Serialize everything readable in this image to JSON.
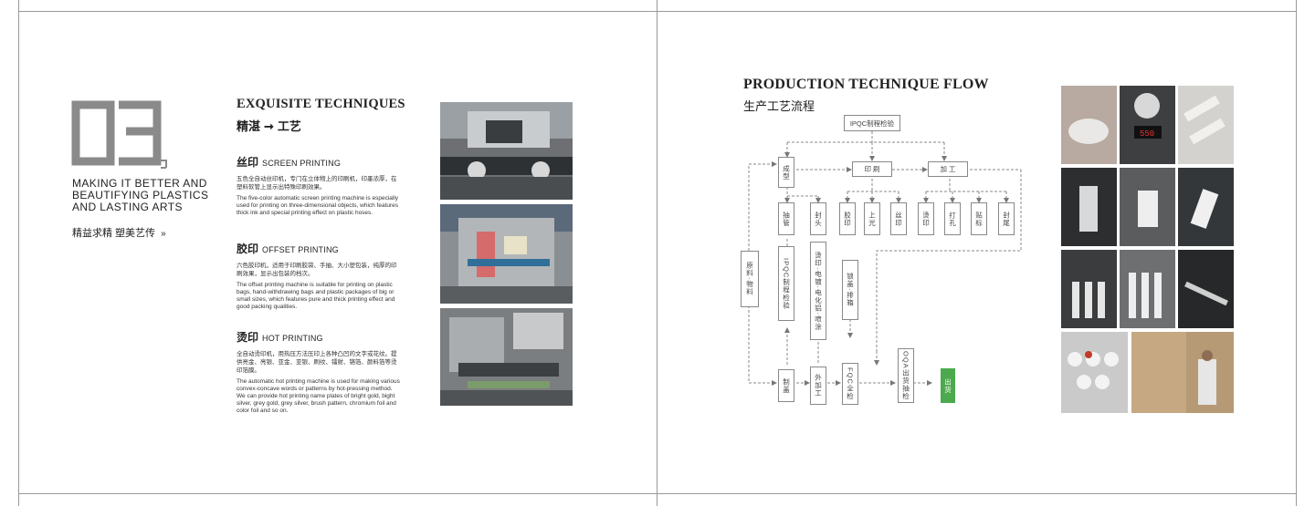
{
  "left_page": {
    "chapter_number": "03",
    "tagline": [
      "MAKING IT BETTER AND",
      "BEAUTIFYING PLASTICS",
      "AND LASTING ARTS"
    ],
    "motto": "精益求精  塑美艺传",
    "motto_arrow": "»",
    "section_title": "EXQUISITE TECHNIQUES",
    "section_sub_left": "精湛",
    "section_sub_arrow": "➞",
    "section_sub_right": "工艺",
    "techniques": [
      {
        "cn_title": "丝印",
        "en_title": "SCREEN PRINTING",
        "cn_desc": "五色全自动丝印机，专门在立体物上的印刷机，印墨浓厚，在塑料软管上显示出特殊印刷效果。",
        "en_desc": "The five-color automatic screen printing machine is especially used for printing on three-dimensional objects, which features thick ink and special printing effect on plastic hoses."
      },
      {
        "cn_title": "胶印",
        "en_title": "OFFSET PRINTING",
        "cn_desc": "六色胶印机，适用于印刷胶袋、手抽、大小塑包装，纯厚的印刷效果，显示出包装的档次。",
        "en_desc": "The offset printing machine is suitable for printing on plastic bags, hand-withdrawing bags and plastic packages of big or small sizes, which features pure and thick printing effect and good packing qualities."
      },
      {
        "cn_title": "烫印",
        "en_title": "HOT PRINTING",
        "cn_desc": "全自动烫印机，用热压方法压印上各种凸凹的文字或花纹。提供亮金、亮银、亚金、亚银、刷纹、镭射、铬箔、颜料箔等烫印箔膜。",
        "en_desc": "The automatic hot printing machine is used for making various convex-concave words or patterns by hot-pressing method. We can provide hot printing name plates of bright gold, bight silver, grey gold, grey silver, brush pattern, chromium foil and color foil and so on."
      }
    ]
  },
  "right_page": {
    "title": "PRODUCTION TECHNIQUE FLOW",
    "subtitle": "生产工艺流程",
    "flow": {
      "ipqc_top": "IPQC制程检验",
      "forming": "成型",
      "printing": "印 刷",
      "processing": "加 工",
      "extrude": "抽管",
      "cap": "封头",
      "offset": "胶印",
      "gloss": "上光",
      "silk": "丝印",
      "hot": "烫印",
      "punch": "打孔",
      "label": "贴标",
      "seal": "封尾",
      "raw": "原料·物料",
      "ipqc_mid": "IPQC制程检验",
      "plating": "烫印·电镀·电化铝·喷涂",
      "lock": "锁盖·排箱",
      "mould": "制盖",
      "outsource": "外加工",
      "fqc": "FQC全检",
      "oqa": "OQA出货抽检",
      "ship": "出货"
    },
    "colors": {
      "ship_green": "#4ca94d"
    }
  }
}
